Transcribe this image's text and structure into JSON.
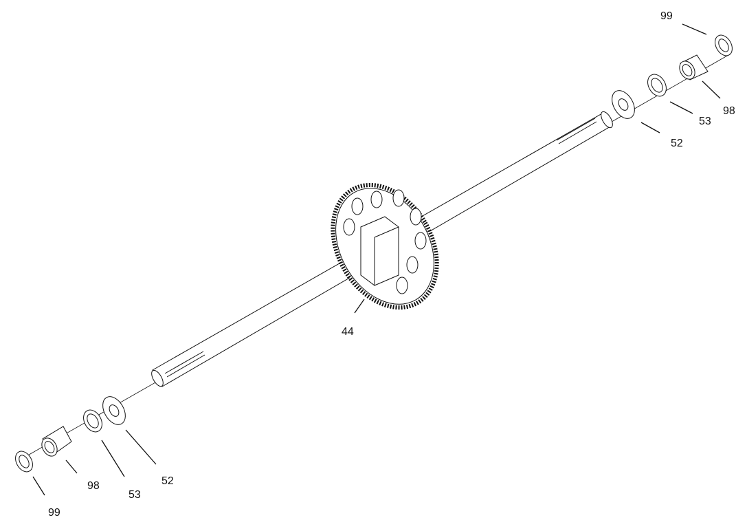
{
  "callouts": [
    {
      "id": "top-99",
      "text": "99"
    },
    {
      "id": "top-98",
      "text": "98"
    },
    {
      "id": "top-53",
      "text": "53"
    },
    {
      "id": "top-52",
      "text": "52"
    },
    {
      "id": "gear-44",
      "text": "44"
    },
    {
      "id": "bottom-52",
      "text": "52"
    },
    {
      "id": "bottom-53",
      "text": "53"
    },
    {
      "id": "bottom-98",
      "text": "98"
    },
    {
      "id": "bottom-99",
      "text": "99"
    }
  ]
}
